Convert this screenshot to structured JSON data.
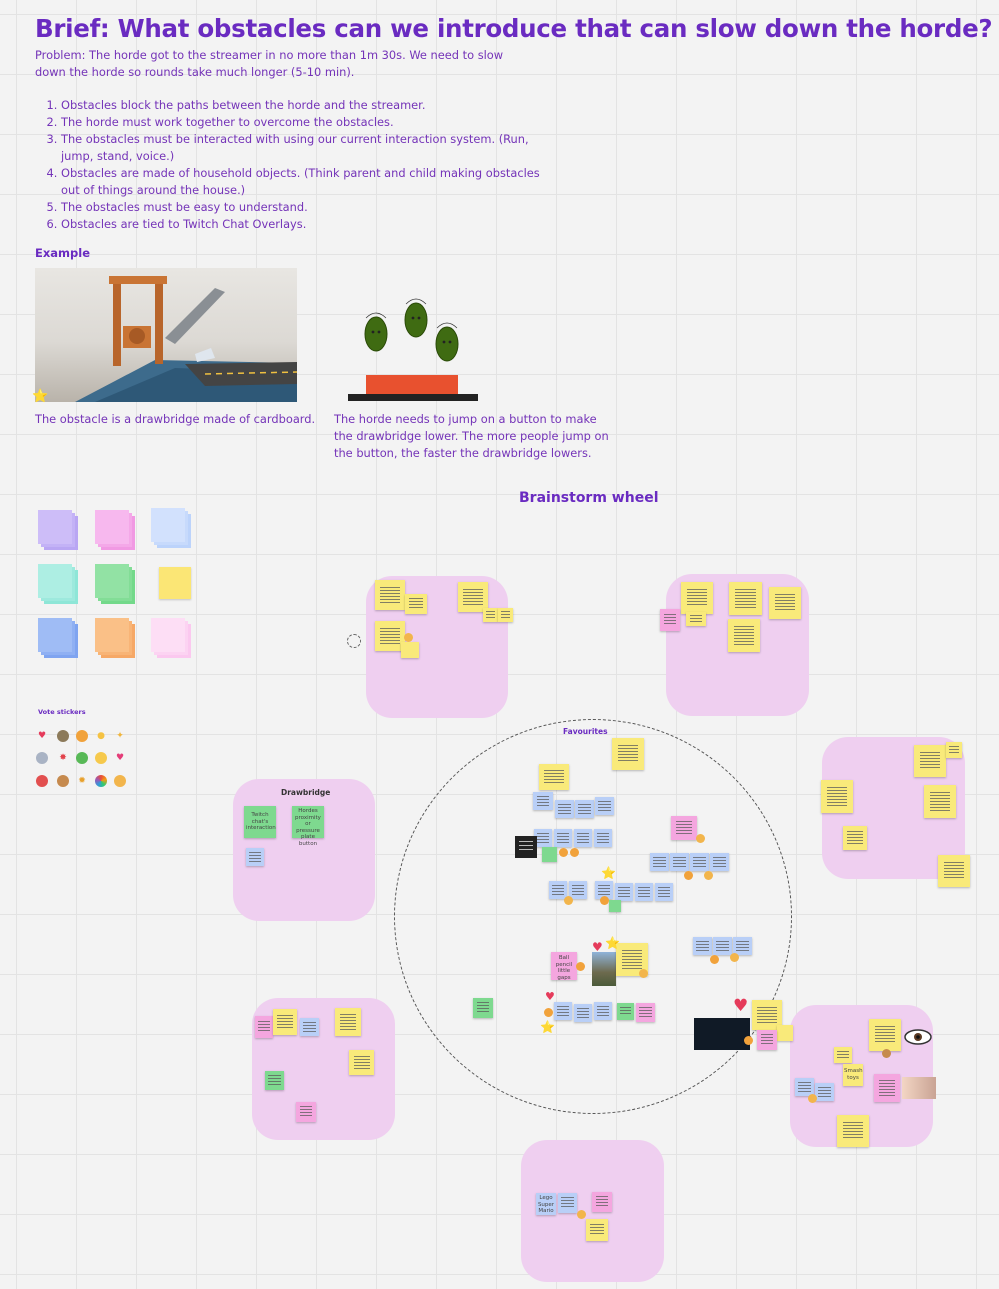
{
  "title": "Brief: What obstacles can we introduce that can slow down the horde?",
  "problem": "Problem: The horde got to the streamer in no more than 1m 30s. We need to slow down the horde so rounds take much longer (5-10 min).",
  "requirements": [
    "Obstacles block the paths between the horde and the streamer.",
    "The horde must work together to overcome the obstacles.",
    "The obstacles must be interacted with using our current interaction system. (Run, jump, stand, voice.)",
    "Obstacles are made of household objects. (Think parent and child making obstacles out of things around the house.)",
    "The obstacles must be easy to understand.",
    "Obstacles are tied to Twitch Chat Overlays."
  ],
  "example": {
    "heading": "Example",
    "caption_left": "The obstacle is a drawbridge made of cardboard.",
    "caption_right": "The horde needs to jump on a button to make the drawbridge lower. The more people jump on the button, the faster the drawbridge lowers."
  },
  "board": {
    "heading": "Brainstorm wheel",
    "favourites": "Favourites",
    "drawbridge": "Drawbridge",
    "vote_stickers": "Vote stickers",
    "note_twitch": "Twitch chat's interaction",
    "note_hordes": "Hordes proximity or pressure plate button",
    "note_ball": "Ball pencil little gaps",
    "note_smash": "Smash toys",
    "note_lego": "Lego Super Mario"
  },
  "colors": {
    "accent": "#6a2bc1",
    "zone": "#efcff0",
    "yellow": "#f9ea7a",
    "blue": "#b9cff7",
    "pink": "#f4a6df",
    "green": "#7ed98f"
  }
}
